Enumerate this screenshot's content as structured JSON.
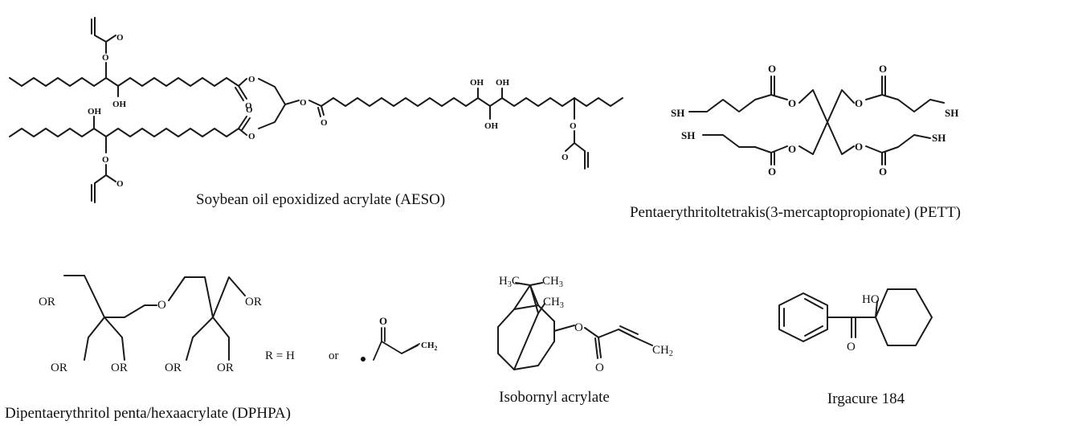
{
  "compounds": {
    "aeso": {
      "caption": "Soybean oil epoxidized acrylate (AESO)",
      "atoms": {
        "o": "O",
        "oh": "OH"
      }
    },
    "pett": {
      "caption": "Pentaerythritoltetrakis(3-mercaptopropionate) (PETT)",
      "atoms": {
        "sh": "SH",
        "o": "O"
      }
    },
    "dphpa": {
      "caption": "Dipentaerythritol penta/hexaacrylate (DPHPA)",
      "atoms": {
        "or": "OR",
        "o": "O",
        "r_def": "R = H",
        "or_word": "or",
        "ch2": "CH"
      }
    },
    "isobornyl": {
      "caption": "Isobornyl acrylate",
      "atoms": {
        "h3c": "H",
        "ch3": "CH",
        "o": "O",
        "ch2": "CH"
      }
    },
    "irgacure": {
      "caption": "Irgacure 184",
      "atoms": {
        "ho": "HO",
        "o": "O"
      }
    }
  }
}
